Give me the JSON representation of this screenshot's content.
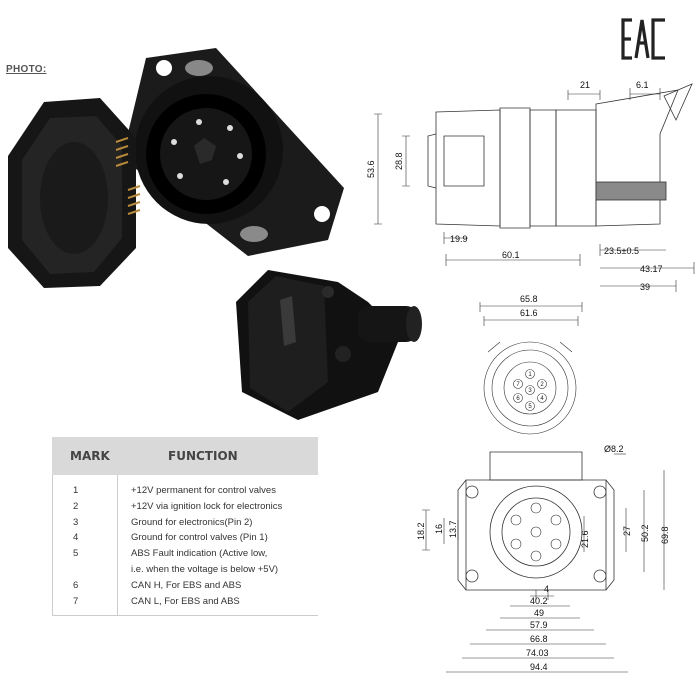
{
  "photo_label": "PHOTO:",
  "cert_mark": "EAC",
  "side_view": {
    "dims": [
      "21",
      "6.1",
      "53.6",
      "28.8",
      "19.9",
      "60.1",
      "23.5±0.5",
      "43.17",
      "39"
    ]
  },
  "front_view": {
    "dims": [
      "65.8",
      "61.6"
    ]
  },
  "rear_view": {
    "dims": [
      "Ø8.2",
      "18.2",
      "16",
      "13.7",
      "21.6",
      "27",
      "50.2",
      "69.8",
      "4",
      "40.2",
      "49",
      "57.9",
      "66.8",
      "74.03",
      "94.4"
    ]
  },
  "table": {
    "header_mark": "MARK",
    "header_function": "FUNCTION",
    "rows": [
      {
        "mark": "1",
        "function": "+12V permanent for control valves"
      },
      {
        "mark": "2",
        "function": "+12V via ignition lock for electronics"
      },
      {
        "mark": "3",
        "function": "Ground for electronics(Pin 2)"
      },
      {
        "mark": "4",
        "function": "Ground for control valves (Pin 1)"
      },
      {
        "mark": "5",
        "function": "ABS Fault indication (Active low,"
      },
      {
        "mark": "",
        "function": "i.e. when the voltage is below +5V)"
      },
      {
        "mark": "6",
        "function": "CAN H, For EBS and ABS"
      },
      {
        "mark": "7",
        "function": "CAN L, For EBS and ABS"
      }
    ]
  },
  "pin_numbers": [
    "1",
    "2",
    "3",
    "4",
    "5",
    "6",
    "7"
  ]
}
